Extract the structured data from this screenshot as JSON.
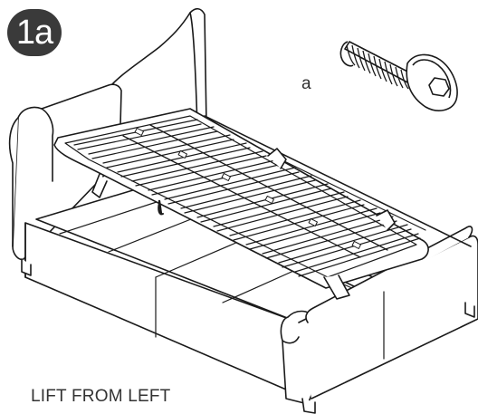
{
  "step": {
    "number": "1a",
    "badge_color": "#3a3a3a"
  },
  "part": {
    "label": "a",
    "icon": "hex-socket-bolt-icon"
  },
  "instruction": {
    "caption": "LIFT FROM LEFT"
  },
  "illustration": {
    "subject": "ottoman-storage-bed-icon",
    "line_color": "#1a1a1a"
  }
}
